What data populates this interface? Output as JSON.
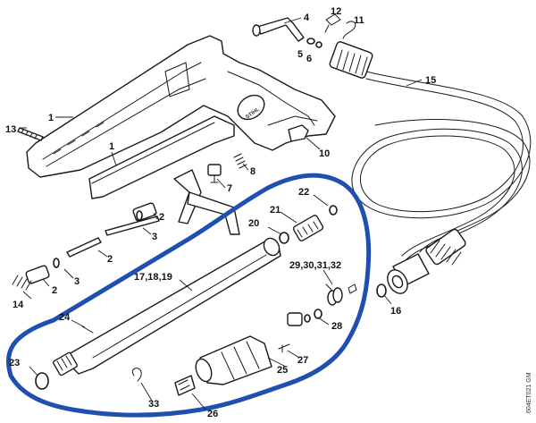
{
  "labels": {
    "l1a": "1",
    "l1b": "1",
    "l2a": "2",
    "l2b": "2",
    "l2c": "2",
    "l3a": "3",
    "l3b": "3",
    "l4": "4",
    "l5": "5",
    "l6": "6",
    "l7": "7",
    "l8": "8",
    "l10": "10",
    "l11": "11",
    "l12": "12",
    "l13": "13",
    "l14": "14",
    "l15": "15",
    "l16": "16",
    "l17": "17,18,19",
    "l20": "20",
    "l21": "21",
    "l22": "22",
    "l23": "23",
    "l24": "24",
    "l25": "25",
    "l26": "26",
    "l27": "27",
    "l28": "28",
    "l29": "29,30,31,32",
    "l33": "33"
  },
  "brand_mark": "STIHL",
  "drawing_code": "604ET021 GM",
  "highlight_color": "#1f4fb0"
}
